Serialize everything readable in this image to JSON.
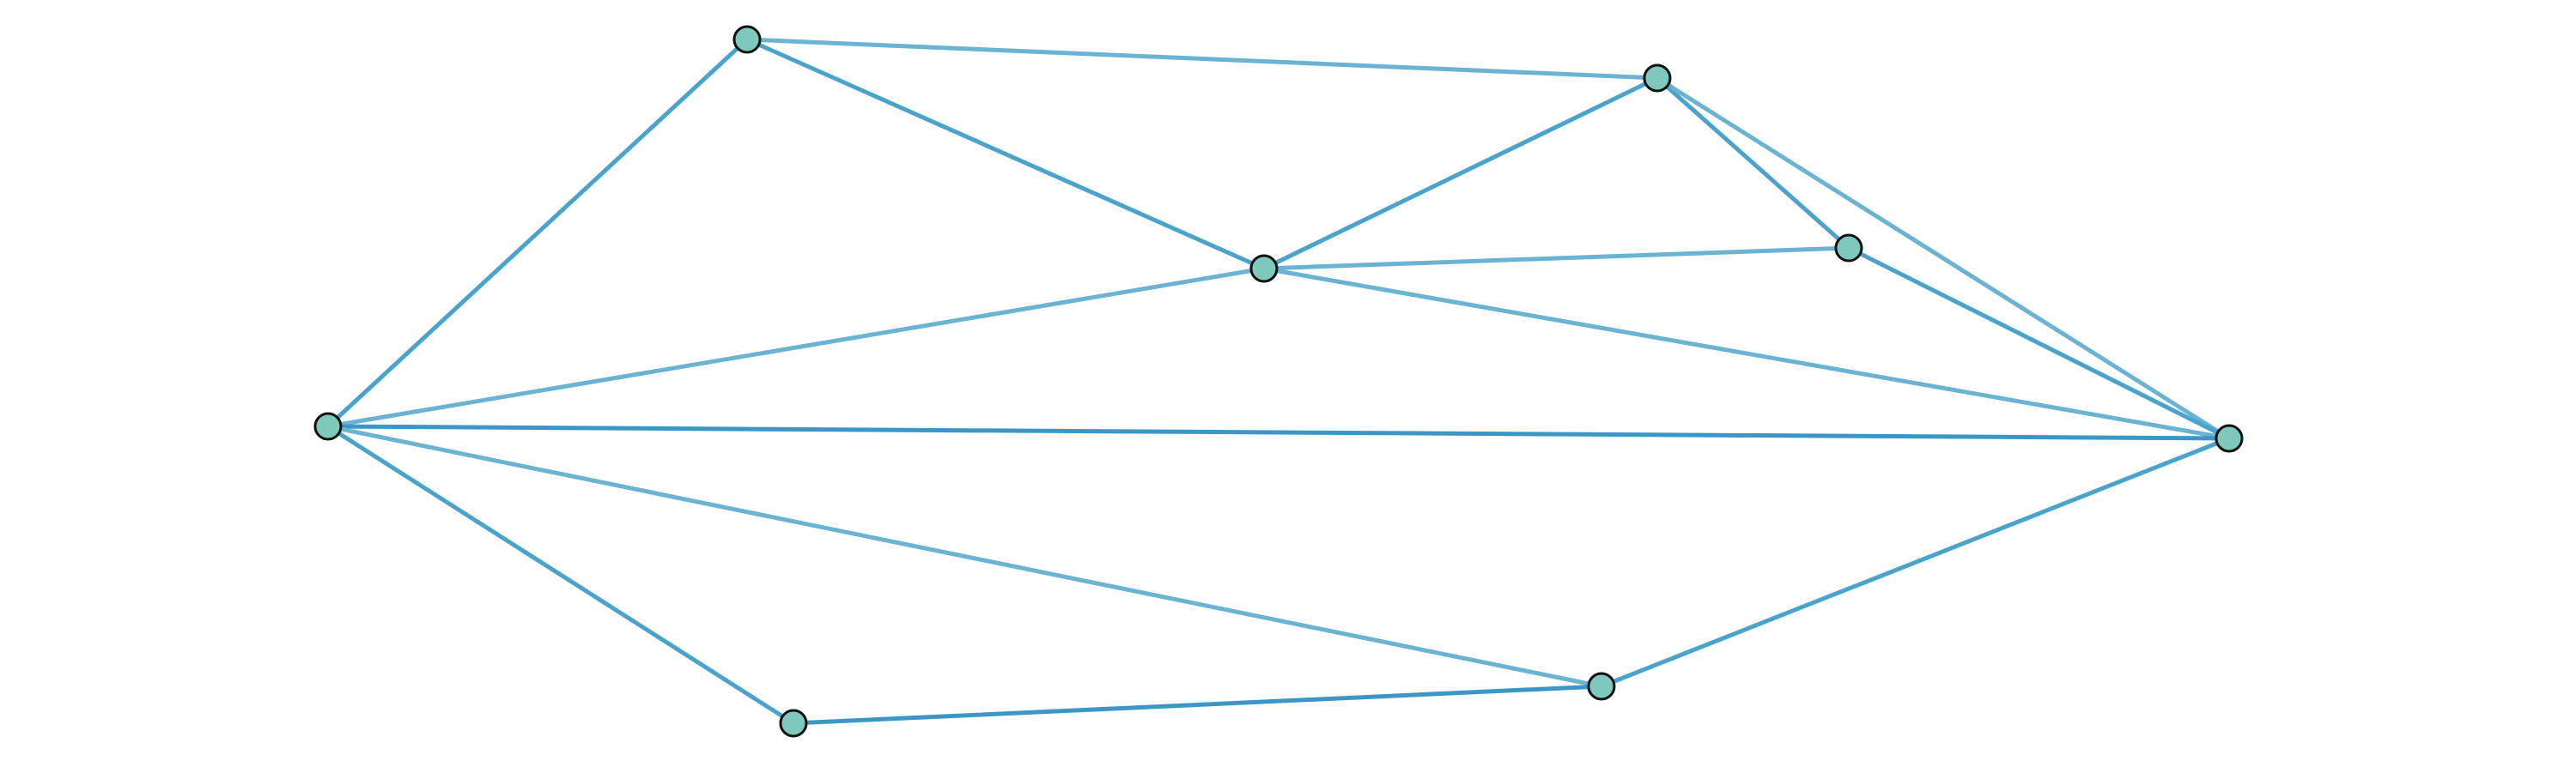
{
  "graph": {
    "node_fill": "#7ec8bd",
    "node_stroke": "#111111",
    "edge_colors": {
      "light": "#6ab3d3",
      "medium": "#4aa3cd",
      "dark": "#3d97c6"
    },
    "nodes": [
      {
        "id": "n1",
        "name": "node-top-left"
      },
      {
        "id": "n2",
        "name": "node-top-right"
      },
      {
        "id": "n3",
        "name": "node-center"
      },
      {
        "id": "n4",
        "name": "node-right-inner"
      },
      {
        "id": "n5",
        "name": "node-left"
      },
      {
        "id": "n6",
        "name": "node-right"
      },
      {
        "id": "n7",
        "name": "node-bottom-left"
      },
      {
        "id": "n8",
        "name": "node-bottom-right"
      }
    ],
    "edges": [
      {
        "source": "n1",
        "target": "n2",
        "tone": "light"
      },
      {
        "source": "n1",
        "target": "n3",
        "tone": "medium"
      },
      {
        "source": "n1",
        "target": "n5",
        "tone": "medium"
      },
      {
        "source": "n2",
        "target": "n3",
        "tone": "medium"
      },
      {
        "source": "n2",
        "target": "n4",
        "tone": "medium"
      },
      {
        "source": "n2",
        "target": "n6",
        "tone": "light"
      },
      {
        "source": "n3",
        "target": "n4",
        "tone": "light"
      },
      {
        "source": "n3",
        "target": "n5",
        "tone": "light"
      },
      {
        "source": "n3",
        "target": "n6",
        "tone": "light"
      },
      {
        "source": "n4",
        "target": "n6",
        "tone": "medium"
      },
      {
        "source": "n5",
        "target": "n6",
        "tone": "dark"
      },
      {
        "source": "n5",
        "target": "n7",
        "tone": "medium"
      },
      {
        "source": "n5",
        "target": "n8",
        "tone": "light"
      },
      {
        "source": "n7",
        "target": "n8",
        "tone": "dark"
      },
      {
        "source": "n8",
        "target": "n6",
        "tone": "medium"
      }
    ]
  }
}
